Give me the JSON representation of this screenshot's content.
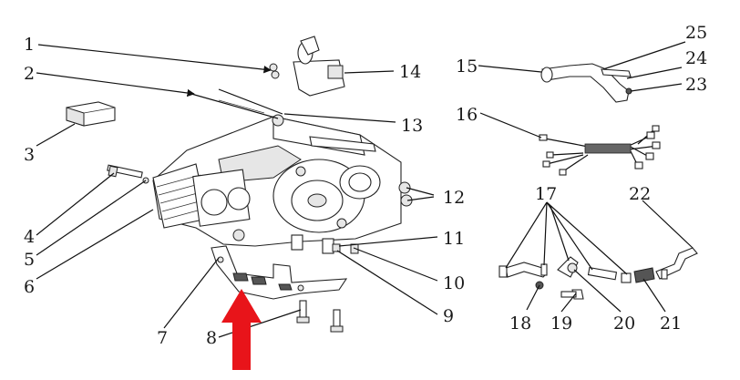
{
  "diagram": {
    "labels": [
      "1",
      "2",
      "3",
      "4",
      "5",
      "6",
      "7",
      "8",
      "9",
      "10",
      "11",
      "12",
      "13",
      "14",
      "15",
      "16",
      "17",
      "18",
      "19",
      "20",
      "21",
      "22",
      "23",
      "24",
      "25"
    ],
    "arrow_color": "#e8141a"
  }
}
